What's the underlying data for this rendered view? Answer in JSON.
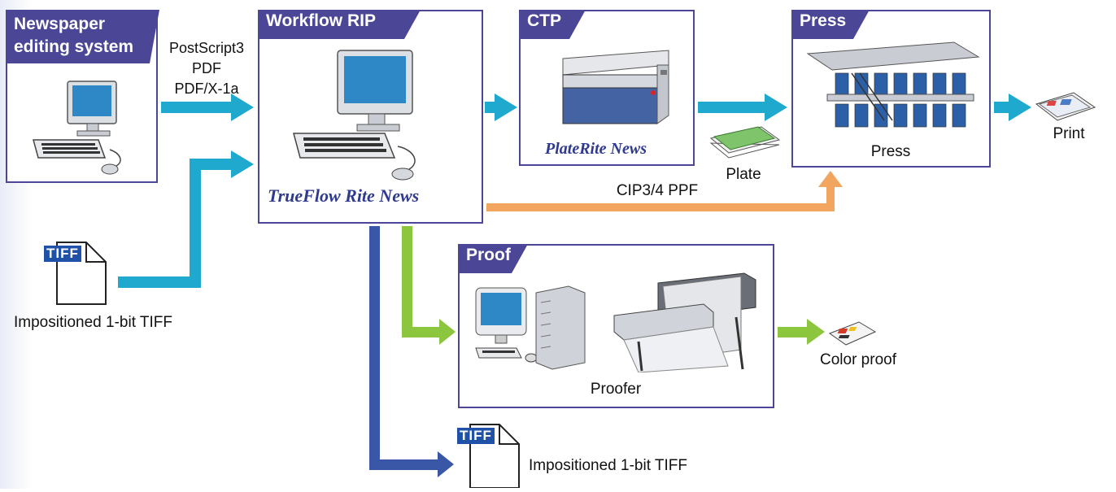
{
  "boxes": {
    "editing": {
      "title": "Newspaper\nediting system"
    },
    "rip": {
      "title": "Workflow RIP",
      "brand": "TrueFlow Rite News"
    },
    "ctp": {
      "title": "CTP",
      "brand": "PlateRite News"
    },
    "press": {
      "title": "Press",
      "label": "Press"
    },
    "proof": {
      "title": "Proof",
      "label": "Proofer"
    }
  },
  "formats": [
    "PostScript3",
    "PDF",
    "PDF/X-1a"
  ],
  "labels": {
    "tiff_in": "Impositioned 1-bit TIFF",
    "tiff_out": "Impositioned 1-bit TIFF",
    "plate": "Plate",
    "print": "Print",
    "cip": "CIP3/4 PPF",
    "color_proof": "Color proof",
    "tiff_badge": "TIFF"
  },
  "colors": {
    "frame": "#4b4796",
    "cyan": "#1fa9cf",
    "orange": "#f2a55f",
    "green": "#8cc63f",
    "blue": "#3a57a7"
  },
  "icons": [
    "computer-icon",
    "ctp-device-icon",
    "press-machine-icon",
    "mac-computer-icon",
    "large-printer-icon",
    "plate-stack-icon",
    "print-stack-icon",
    "color-proof-icon",
    "tiff-file-icon"
  ]
}
